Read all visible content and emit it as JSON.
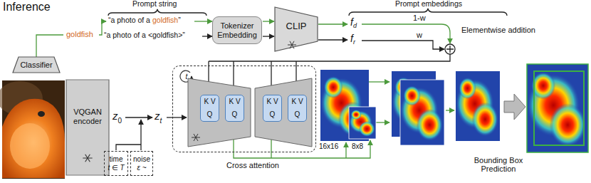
{
  "diagram": {
    "title": "Inference",
    "nodes": [
      {
        "text": [
          "Classifier"
        ]
      },
      {
        "text": [
          "Tokenizer Embedding"
        ]
      },
      {
        "text": [
          "CLIP"
        ]
      },
      {
        "text": [
          "VQGAN encoder"
        ]
      },
      {
        "text": [
          "time",
          "t ∈ T"
        ]
      },
      {
        "text": [
          "noise",
          "ε ~"
        ]
      },
      {
        "text": [
          "t"
        ]
      },
      {
        "text": [
          "K V",
          "Q"
        ],
        "in": 6
      },
      {
        "text": [
          "K V",
          "Q"
        ],
        "in": 6
      },
      {
        "text": [
          "K V",
          "Q"
        ],
        "in": 6
      },
      {
        "text": [
          "K V",
          "Q"
        ],
        "in": 6
      }
    ],
    "edges": [
      {
        "from": 1,
        "to": 2,
        "arrow": "to"
      },
      {
        "from": 1,
        "to": 2,
        "arrow": "to"
      }
    ],
    "labels": [
      "goldfish",
      "Prompt string",
      "“a photo of a",
      "goldfish",
      "”",
      "“a photo of a <goldfish>”",
      "Prompt embeddings",
      "f",
      "d",
      "1-w",
      "f",
      "r",
      "w",
      "Elementwise addition",
      "z",
      "0",
      "z",
      "t",
      "16x16",
      "8x8",
      "Cross attention",
      "Bounding Box Prediction"
    ]
  }
}
